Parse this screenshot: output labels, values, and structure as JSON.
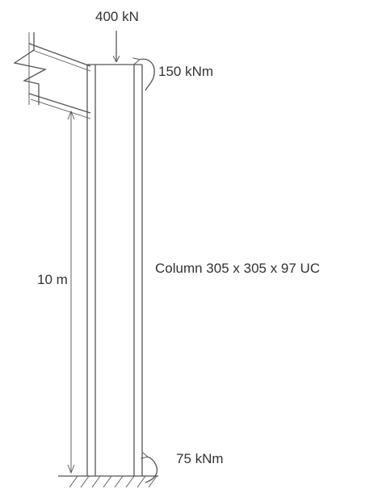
{
  "loads": {
    "axial": "400 kN",
    "top_moment": "150 kNm",
    "bottom_moment": "75 kNm"
  },
  "dimension": {
    "height": "10 m"
  },
  "member": {
    "label": "Column 305 x 305 x 97 UC"
  },
  "colors": {
    "line": "#555555",
    "text": "#333333"
  }
}
